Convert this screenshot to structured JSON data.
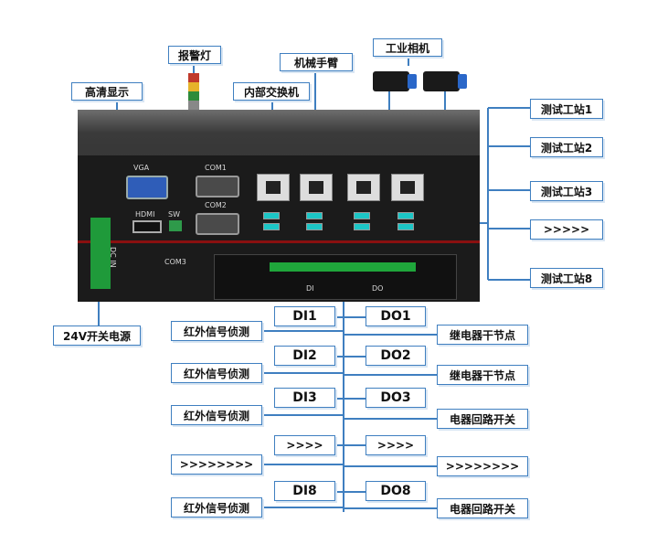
{
  "device": {
    "vga": "VGA",
    "com1": "COM1",
    "com2": "COM2",
    "hdmi": "HDMI",
    "sw": "SW",
    "com3": "COM3",
    "dc_in": "DC IN",
    "di": "DI",
    "do": "DO"
  },
  "labels": {
    "hd_display": "高清显示",
    "alarm_lamp": "报警灯",
    "internal_switch": "内部交换机",
    "robot_arm": "机械手臂",
    "industrial_camera": "工业相机",
    "power_24v": "24V开关电源",
    "station_1": "测试工站1",
    "station_2": "测试工站2",
    "station_3": "测试工站3",
    "station_more": ">>>>>",
    "station_8": "测试工站8"
  },
  "io": {
    "di1": "DI1",
    "di2": "DI2",
    "di3": "DI3",
    "di_more": ">>>>",
    "di8": "DI8",
    "do1": "DO1",
    "do2": "DO2",
    "do3": "DO3",
    "do_more": ">>>>",
    "do8": "DO8",
    "left_1": "红外信号侦测",
    "left_2": "红外信号侦测",
    "left_3": "红外信号侦测",
    "left_more": ">>>>>>>>",
    "left_8": "红外信号侦测",
    "right_1": "继电器干节点",
    "right_2": "继电器干节点",
    "right_3": "电器回路开关",
    "right_more": ">>>>>>>>",
    "right_8": "电器回路开关"
  },
  "colors": {
    "line": "#3f7fc0",
    "box_border": "#3f7fc0"
  }
}
